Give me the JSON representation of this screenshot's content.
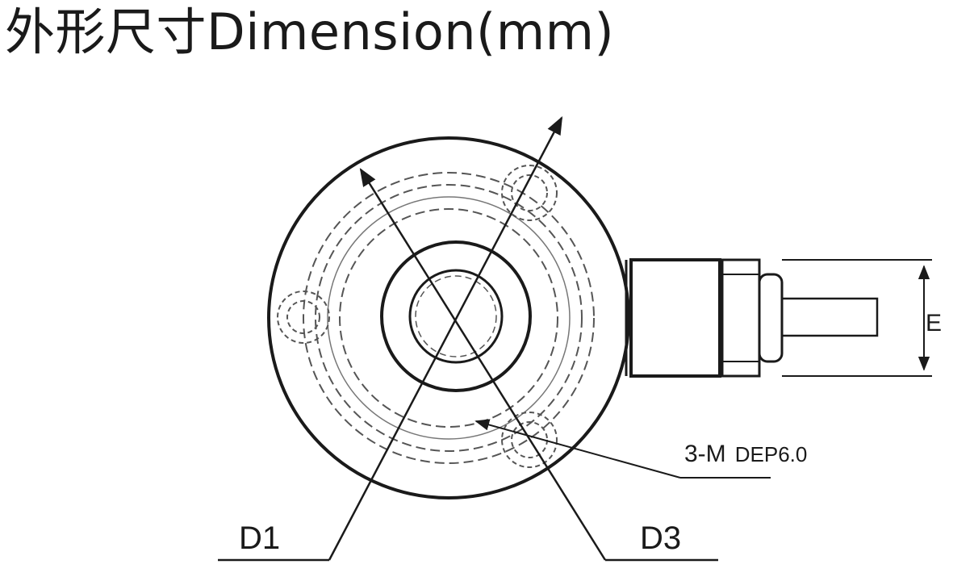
{
  "title": "外形尺寸Dimension(mm)",
  "labels": {
    "d1": "D1",
    "d3": "D3",
    "e": "E",
    "thread_prefix": "3-M",
    "thread_depth": "DEP6.0"
  }
}
